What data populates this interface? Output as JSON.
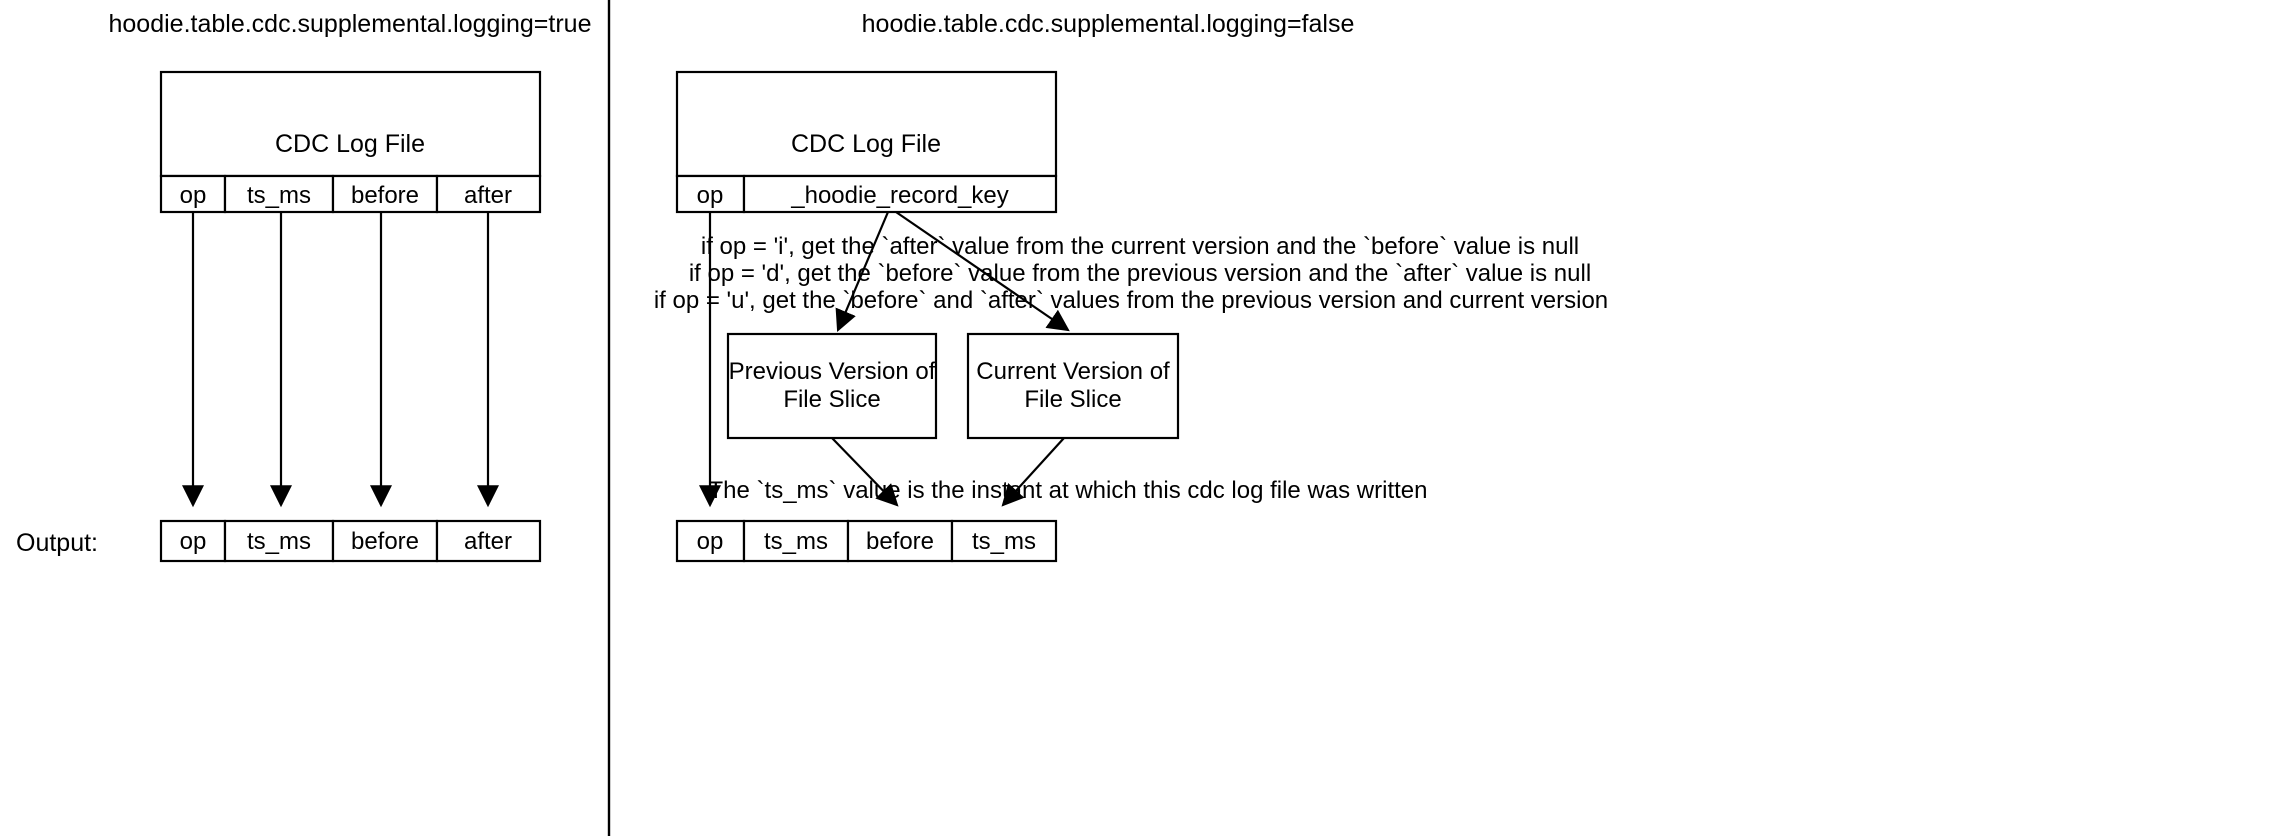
{
  "diagram": {
    "title_left": "hoodie.table.cdc.supplemental.logging=true",
    "title_right": "hoodie.table.cdc.supplemental.logging=false",
    "output_label": "Output:",
    "left_panel": {
      "log_file_label": "CDC Log File",
      "schema_columns": [
        "op",
        "ts_ms",
        "before",
        "after"
      ],
      "output_columns": [
        "op",
        "ts_ms",
        "before",
        "after"
      ]
    },
    "right_panel": {
      "log_file_label": "CDC Log File",
      "schema_columns": [
        "op",
        "_hoodie_record_key"
      ],
      "output_columns": [
        "op",
        "ts_ms",
        "before",
        "ts_ms"
      ],
      "notes": [
        "if op = 'i', get the `after` value from the current version and the `before` value is null",
        "if op = 'd', get the `before` value from the previous version  and the `after` value is null",
        "if op = 'u', get the `before` and `after` values from the previous version and current version"
      ],
      "footer_note": "The `ts_ms` value is the instant at which this cdc log file was written",
      "previous_version_box": [
        "Previous Version of",
        "File Slice"
      ],
      "current_version_box": [
        "Current Version of",
        "File Slice"
      ]
    },
    "colors": {
      "stroke": "#000000",
      "fill": "#ffffff",
      "text": "#000000"
    }
  }
}
